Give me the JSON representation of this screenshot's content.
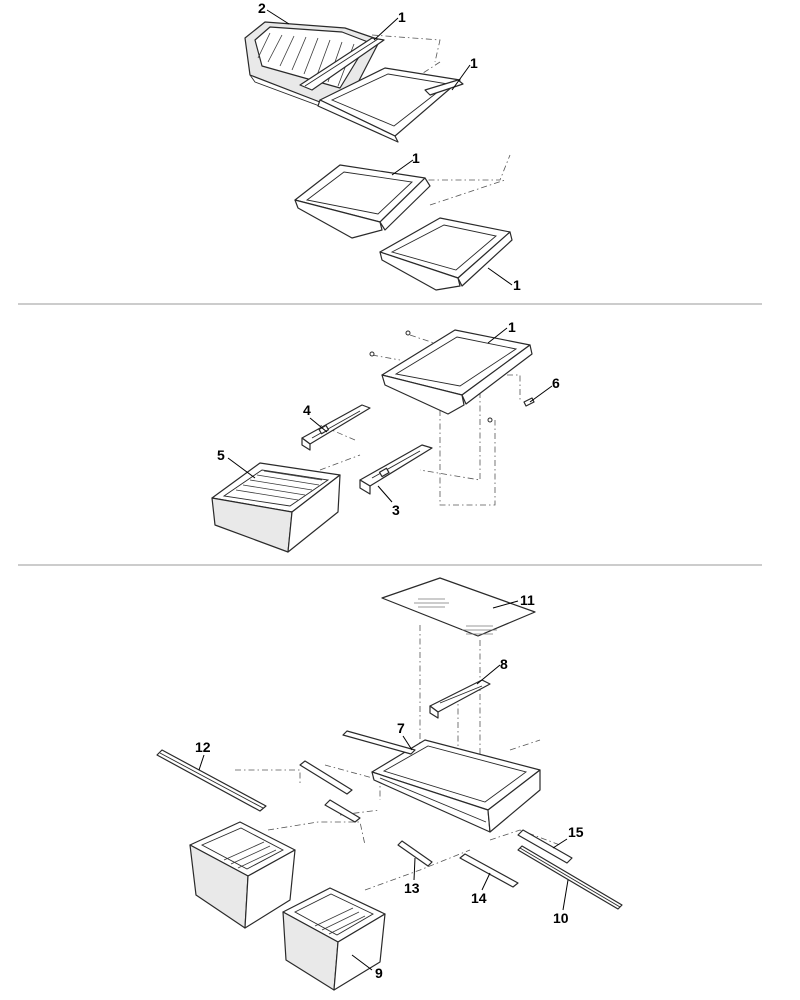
{
  "callouts": {
    "c1": "1",
    "c2": "2",
    "c3": "3",
    "c4": "4",
    "c5": "5",
    "c6": "6",
    "c7": "7",
    "c8": "8",
    "c9": "9",
    "c10": "10",
    "c11": "11",
    "c12": "12",
    "c13": "13",
    "c14": "14",
    "c15": "15"
  },
  "colors": {
    "line": "#2a2a2a",
    "divider": "#9a9a9a",
    "background": "#ffffff"
  }
}
